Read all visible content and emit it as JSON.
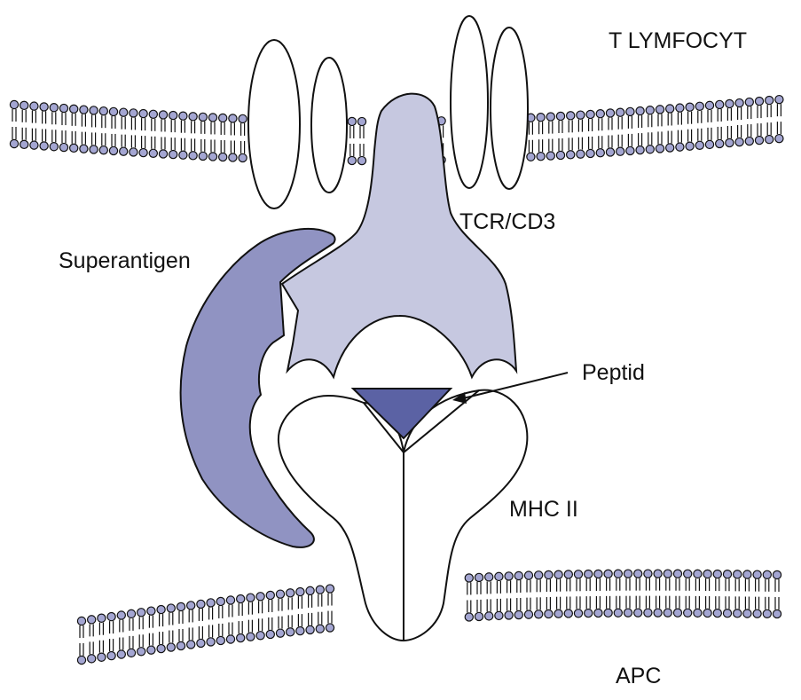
{
  "labels": {
    "t_cell": "T LYMFOCYT",
    "tcr": "TCR/CD3",
    "superantigen": "Superantigen",
    "peptide": "Peptid",
    "mhc": "MHC II",
    "apc": "APC"
  },
  "colors": {
    "tcr_fill": "#c6c8e0",
    "superantigen_fill": "#9093c2",
    "peptide_fill": "#5b62a4",
    "lipid_head_fill": "#a4a6d2",
    "outline": "#111111",
    "background": "#ffffff"
  }
}
